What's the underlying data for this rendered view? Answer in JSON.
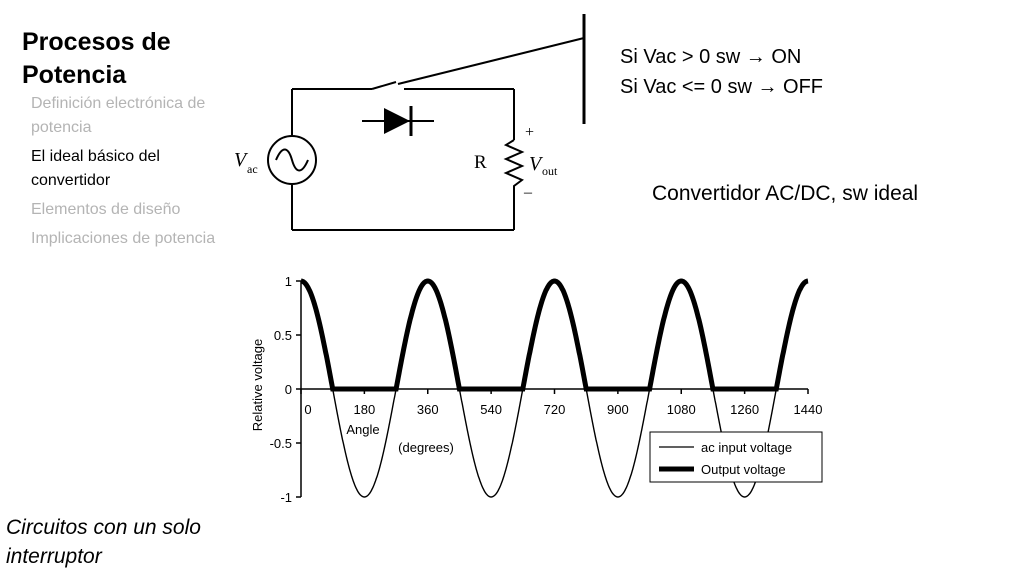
{
  "slide": {
    "title": "Procesos de Potencia",
    "nav": [
      {
        "label": "Definición electrónica de potencia",
        "active": false
      },
      {
        "label": "El ideal básico del convertidor",
        "active": true
      },
      {
        "label": "Elementos de diseño",
        "active": false
      },
      {
        "label": "Implicaciones de potencia",
        "active": false
      }
    ],
    "footnote": "Circuitos con un solo interruptor",
    "rules": [
      "Si Vac > 0  sw → ON",
      "Si Vac  <= 0 sw → OFF"
    ],
    "caption": "Convertidor AC/DC, sw ideal"
  },
  "circuit": {
    "source_label": "V",
    "source_sub": "ac",
    "resistor_label": "R",
    "output_label": "V",
    "output_sub": "out",
    "plus": "+",
    "minus": "–"
  },
  "chart_data": {
    "type": "line",
    "xlabel": "Angle",
    "xlabel2": "(degrees)",
    "ylabel": "Relative voltage",
    "x_ticks": [
      0,
      180,
      360,
      540,
      720,
      900,
      1080,
      1260,
      1440
    ],
    "y_ticks": [
      1,
      0.5,
      0,
      -0.5,
      -1
    ],
    "y_tick_labels": [
      "1",
      "0.5",
      "0",
      "-0.5",
      "-1"
    ],
    "xlim": [
      0,
      1440
    ],
    "ylim": [
      -1,
      1
    ],
    "series": [
      {
        "name": "ac input voltage",
        "function": "cos(x)",
        "style": "thin"
      },
      {
        "name": "Output voltage",
        "function": "max(cos(x), 0)",
        "style": "thick"
      }
    ],
    "legend_position": "bottom-right"
  }
}
